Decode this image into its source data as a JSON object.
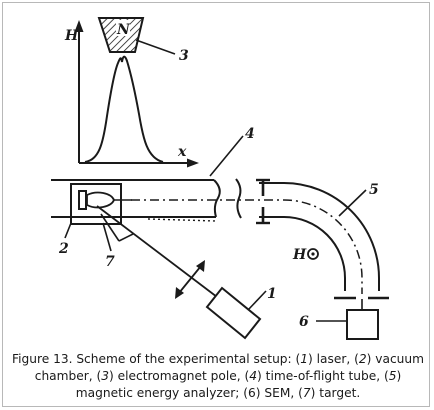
{
  "diagram": {
    "axis_labels": {
      "vertical": "H",
      "horizontal": "x"
    },
    "pole_letter": "N",
    "field_label": "H",
    "part_numbers": {
      "laser": "1",
      "chamber": "2",
      "pole": "3",
      "tube": "4",
      "analyzer": "5",
      "sem": "6",
      "target": "7"
    }
  },
  "caption": {
    "lead": "Figure 13. Scheme of the experimental setup: (",
    "n1": "1",
    "t1": ") laser, (",
    "n2": "2",
    "t2": ") vacuum chamber, (",
    "n3": "3",
    "t3": ") electromagnet pole, (",
    "n4": "4",
    "t4": ") time-of-flight tube, (",
    "n5": "5",
    "t5": ") magnetic energy analyzer; (6) SEM, (",
    "n7": "7",
    "t7": ") target."
  },
  "colors": {
    "ink": "#1a1a1a",
    "frame": "#b8b8b8",
    "background": "#ffffff"
  }
}
